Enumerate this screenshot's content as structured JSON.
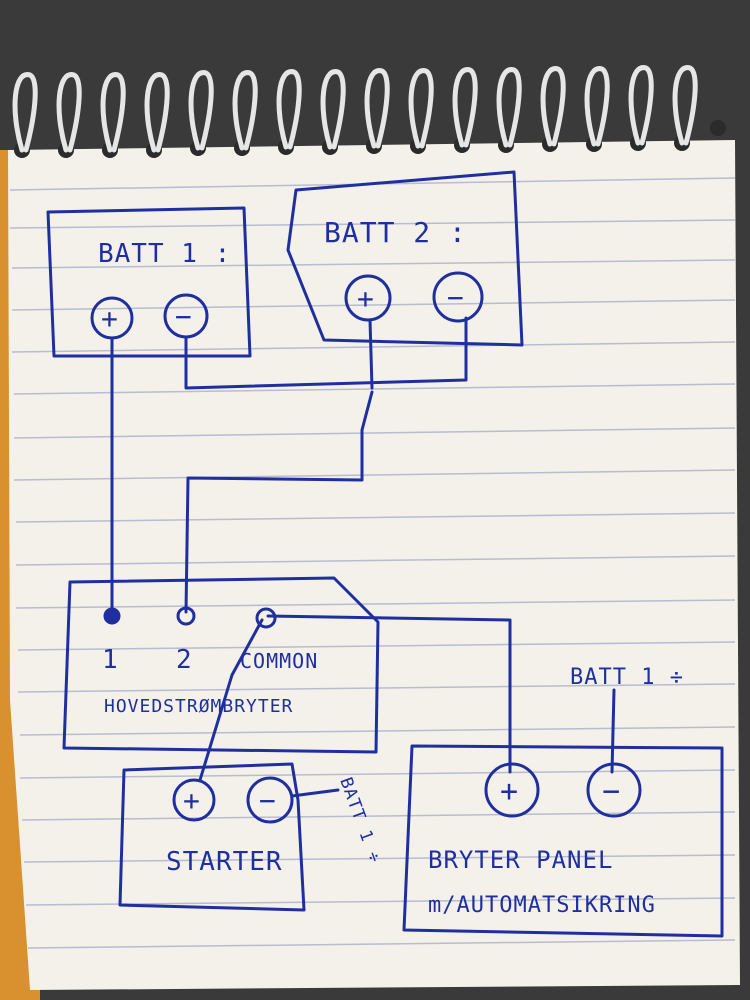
{
  "diagram": {
    "batt1_label": "BATT 1 :",
    "batt2_label": "BATT 2 :",
    "plus_sign": "+",
    "minus_sign": "−",
    "terminal_1": "1",
    "terminal_2": "2",
    "terminal_common": "COMMON",
    "switch_label": "HOVEDSTRØMBRYTER",
    "starter_label": "STARTER",
    "starter_neg_label": "BATT 1 ÷",
    "panel_batt_label": "BATT 1 ÷",
    "panel_label_line1": "BRYTER PANEL",
    "panel_label_line2": "m/AUTOMATSIKRING"
  },
  "colors": {
    "ink": "#1f2fa0",
    "paper": "#f3f1ea",
    "rule_line": "#b9bccf",
    "spiral": "#e6e6e6",
    "background": "#3a3a3a",
    "orange_backing": "#d9902e"
  }
}
